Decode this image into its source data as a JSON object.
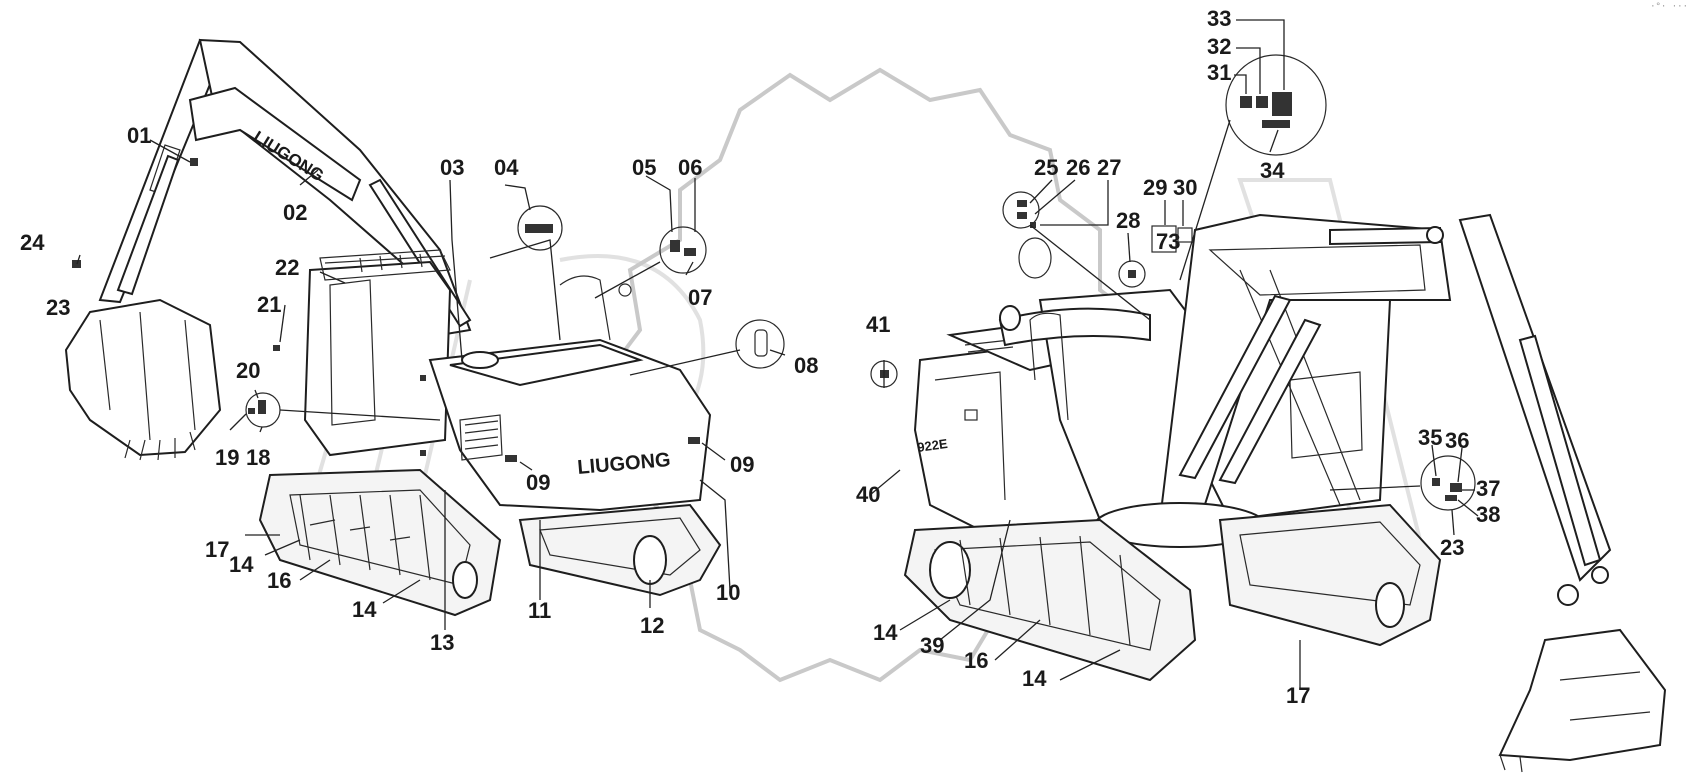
{
  "brand": {
    "text": "LIUGONG"
  },
  "model_badge": "922E",
  "corner_mark": "·°· ···",
  "callouts": {
    "c01": "01",
    "c02": "02",
    "c03": "03",
    "c04": "04",
    "c05": "05",
    "c06": "06",
    "c07": "07",
    "c08": "08",
    "c09a": "09",
    "c09b": "09",
    "c10": "10",
    "c11": "11",
    "c12": "12",
    "c13": "13",
    "c14a": "14",
    "c14b": "14",
    "c14c": "14",
    "c14d": "14",
    "c16a": "16",
    "c16b": "16",
    "c17a": "17",
    "c17b": "17",
    "c18": "18",
    "c19": "19",
    "c20": "20",
    "c21": "21",
    "c22": "22",
    "c23a": "23",
    "c23b": "23",
    "c24": "24",
    "c25": "25",
    "c26": "26",
    "c27": "27",
    "c28": "28",
    "c29": "29",
    "c30": "30",
    "c31": "31",
    "c32": "32",
    "c33": "33",
    "c34": "34",
    "c35": "35",
    "c36": "36",
    "c37": "37",
    "c38": "38",
    "c39": "39",
    "c40": "40",
    "c41": "41"
  },
  "inline_decal_number": "73"
}
